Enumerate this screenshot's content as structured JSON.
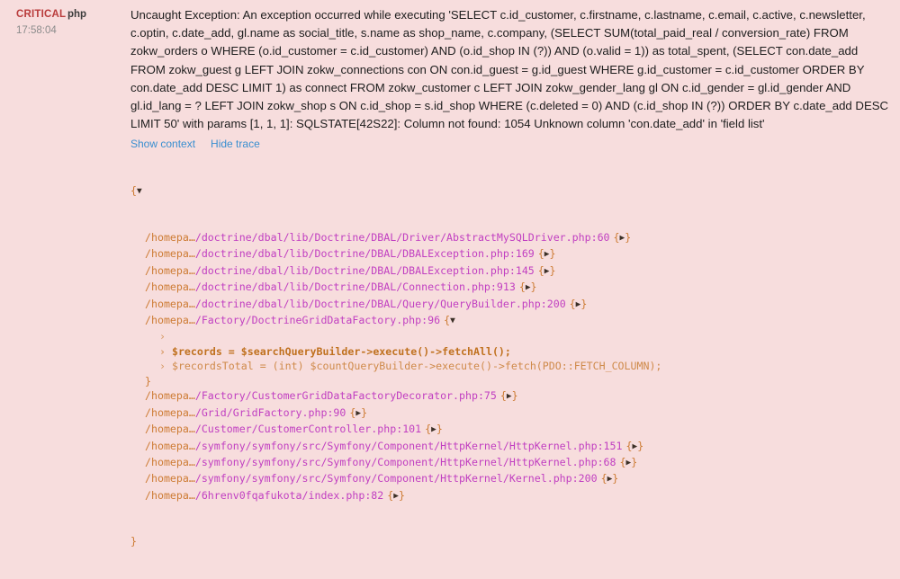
{
  "entry": {
    "level": "CRITICAL",
    "time": "17:58:04",
    "channel": "php",
    "message": "Uncaught Exception: An exception occurred while executing 'SELECT c.id_customer, c.firstname, c.lastname, c.email, c.active, c.newsletter, c.optin, c.date_add, gl.name as social_title, s.name as shop_name, c.company, (SELECT SUM(total_paid_real / conversion_rate) FROM zokw_orders o WHERE (o.id_customer = c.id_customer) AND (o.id_shop IN (?)) AND (o.valid = 1)) as total_spent, (SELECT con.date_add FROM zokw_guest g LEFT JOIN zokw_connections con ON con.id_guest = g.id_guest WHERE g.id_customer = c.id_customer ORDER BY con.date_add DESC LIMIT 1) as connect FROM zokw_customer c LEFT JOIN zokw_gender_lang gl ON c.id_gender = gl.id_gender AND gl.id_lang = ? LEFT JOIN zokw_shop s ON c.id_shop = s.id_shop WHERE (c.deleted = 0) AND (c.id_shop IN (?)) ORDER BY c.date_add DESC LIMIT 50' with params [1, 1, 1]: SQLSTATE[42S22]: Column not found: 1054 Unknown column 'con.date_add' in 'field list'"
  },
  "actions": {
    "show_context": "Show context",
    "hide_trace": "Hide trace"
  },
  "trace": {
    "open_brace": "{",
    "close_brace": "}",
    "root_toggle": "▼",
    "frame_toggle_collapsed": "▶",
    "frames": [
      {
        "prefix": "/homepa…",
        "path": "/doctrine/dbal/lib/Doctrine/DBAL/Driver/AbstractMySQLDriver.php",
        "line": "60",
        "expanded": false
      },
      {
        "prefix": "/homepa…",
        "path": "/doctrine/dbal/lib/Doctrine/DBAL/DBALException.php",
        "line": "169",
        "expanded": false
      },
      {
        "prefix": "/homepa…",
        "path": "/doctrine/dbal/lib/Doctrine/DBAL/DBALException.php",
        "line": "145",
        "expanded": false
      },
      {
        "prefix": "/homepa…",
        "path": "/doctrine/dbal/lib/Doctrine/DBAL/Connection.php",
        "line": "913",
        "expanded": false
      },
      {
        "prefix": "/homepa…",
        "path": "/doctrine/dbal/lib/Doctrine/DBAL/Query/QueryBuilder.php",
        "line": "200",
        "expanded": false
      },
      {
        "prefix": "/homepa…",
        "path": "/Factory/DoctrineGridDataFactory.php",
        "line": "96",
        "expanded": true,
        "code": [
          {
            "caret": "›",
            "text": "",
            "style": "dim"
          },
          {
            "caret": "›",
            "text": "$records = $searchQueryBuilder->execute()->fetchAll();",
            "style": "highlight"
          },
          {
            "caret": "›",
            "text": "$recordsTotal = (int) $countQueryBuilder->execute()->fetch(PDO::FETCH_COLUMN);",
            "style": "dim"
          }
        ]
      },
      {
        "prefix": "/homepa…",
        "path": "/Factory/CustomerGridDataFactoryDecorator.php",
        "line": "75",
        "expanded": false
      },
      {
        "prefix": "/homepa…",
        "path": "/Grid/GridFactory.php",
        "line": "90",
        "expanded": false
      },
      {
        "prefix": "/homepa…",
        "path": "/Customer/CustomerController.php",
        "line": "101",
        "expanded": false
      },
      {
        "prefix": "/homepa…",
        "path": "/symfony/symfony/src/Symfony/Component/HttpKernel/HttpKernel.php",
        "line": "151",
        "expanded": false
      },
      {
        "prefix": "/homepa…",
        "path": "/symfony/symfony/src/Symfony/Component/HttpKernel/HttpKernel.php",
        "line": "68",
        "expanded": false
      },
      {
        "prefix": "/homepa…",
        "path": "/symfony/symfony/src/Symfony/Component/HttpKernel/Kernel.php",
        "line": "200",
        "expanded": false
      },
      {
        "prefix": "/homepa…",
        "path": "/6hrenv0fqafukota/index.php",
        "line": "82",
        "expanded": false
      }
    ]
  },
  "colors": {
    "background": "#f7dddd",
    "level": "#b93c3c",
    "link": "#3a8fd0",
    "path": "#c13fc1",
    "prefix": "#cd7b33",
    "message": "#1d1d1d"
  }
}
